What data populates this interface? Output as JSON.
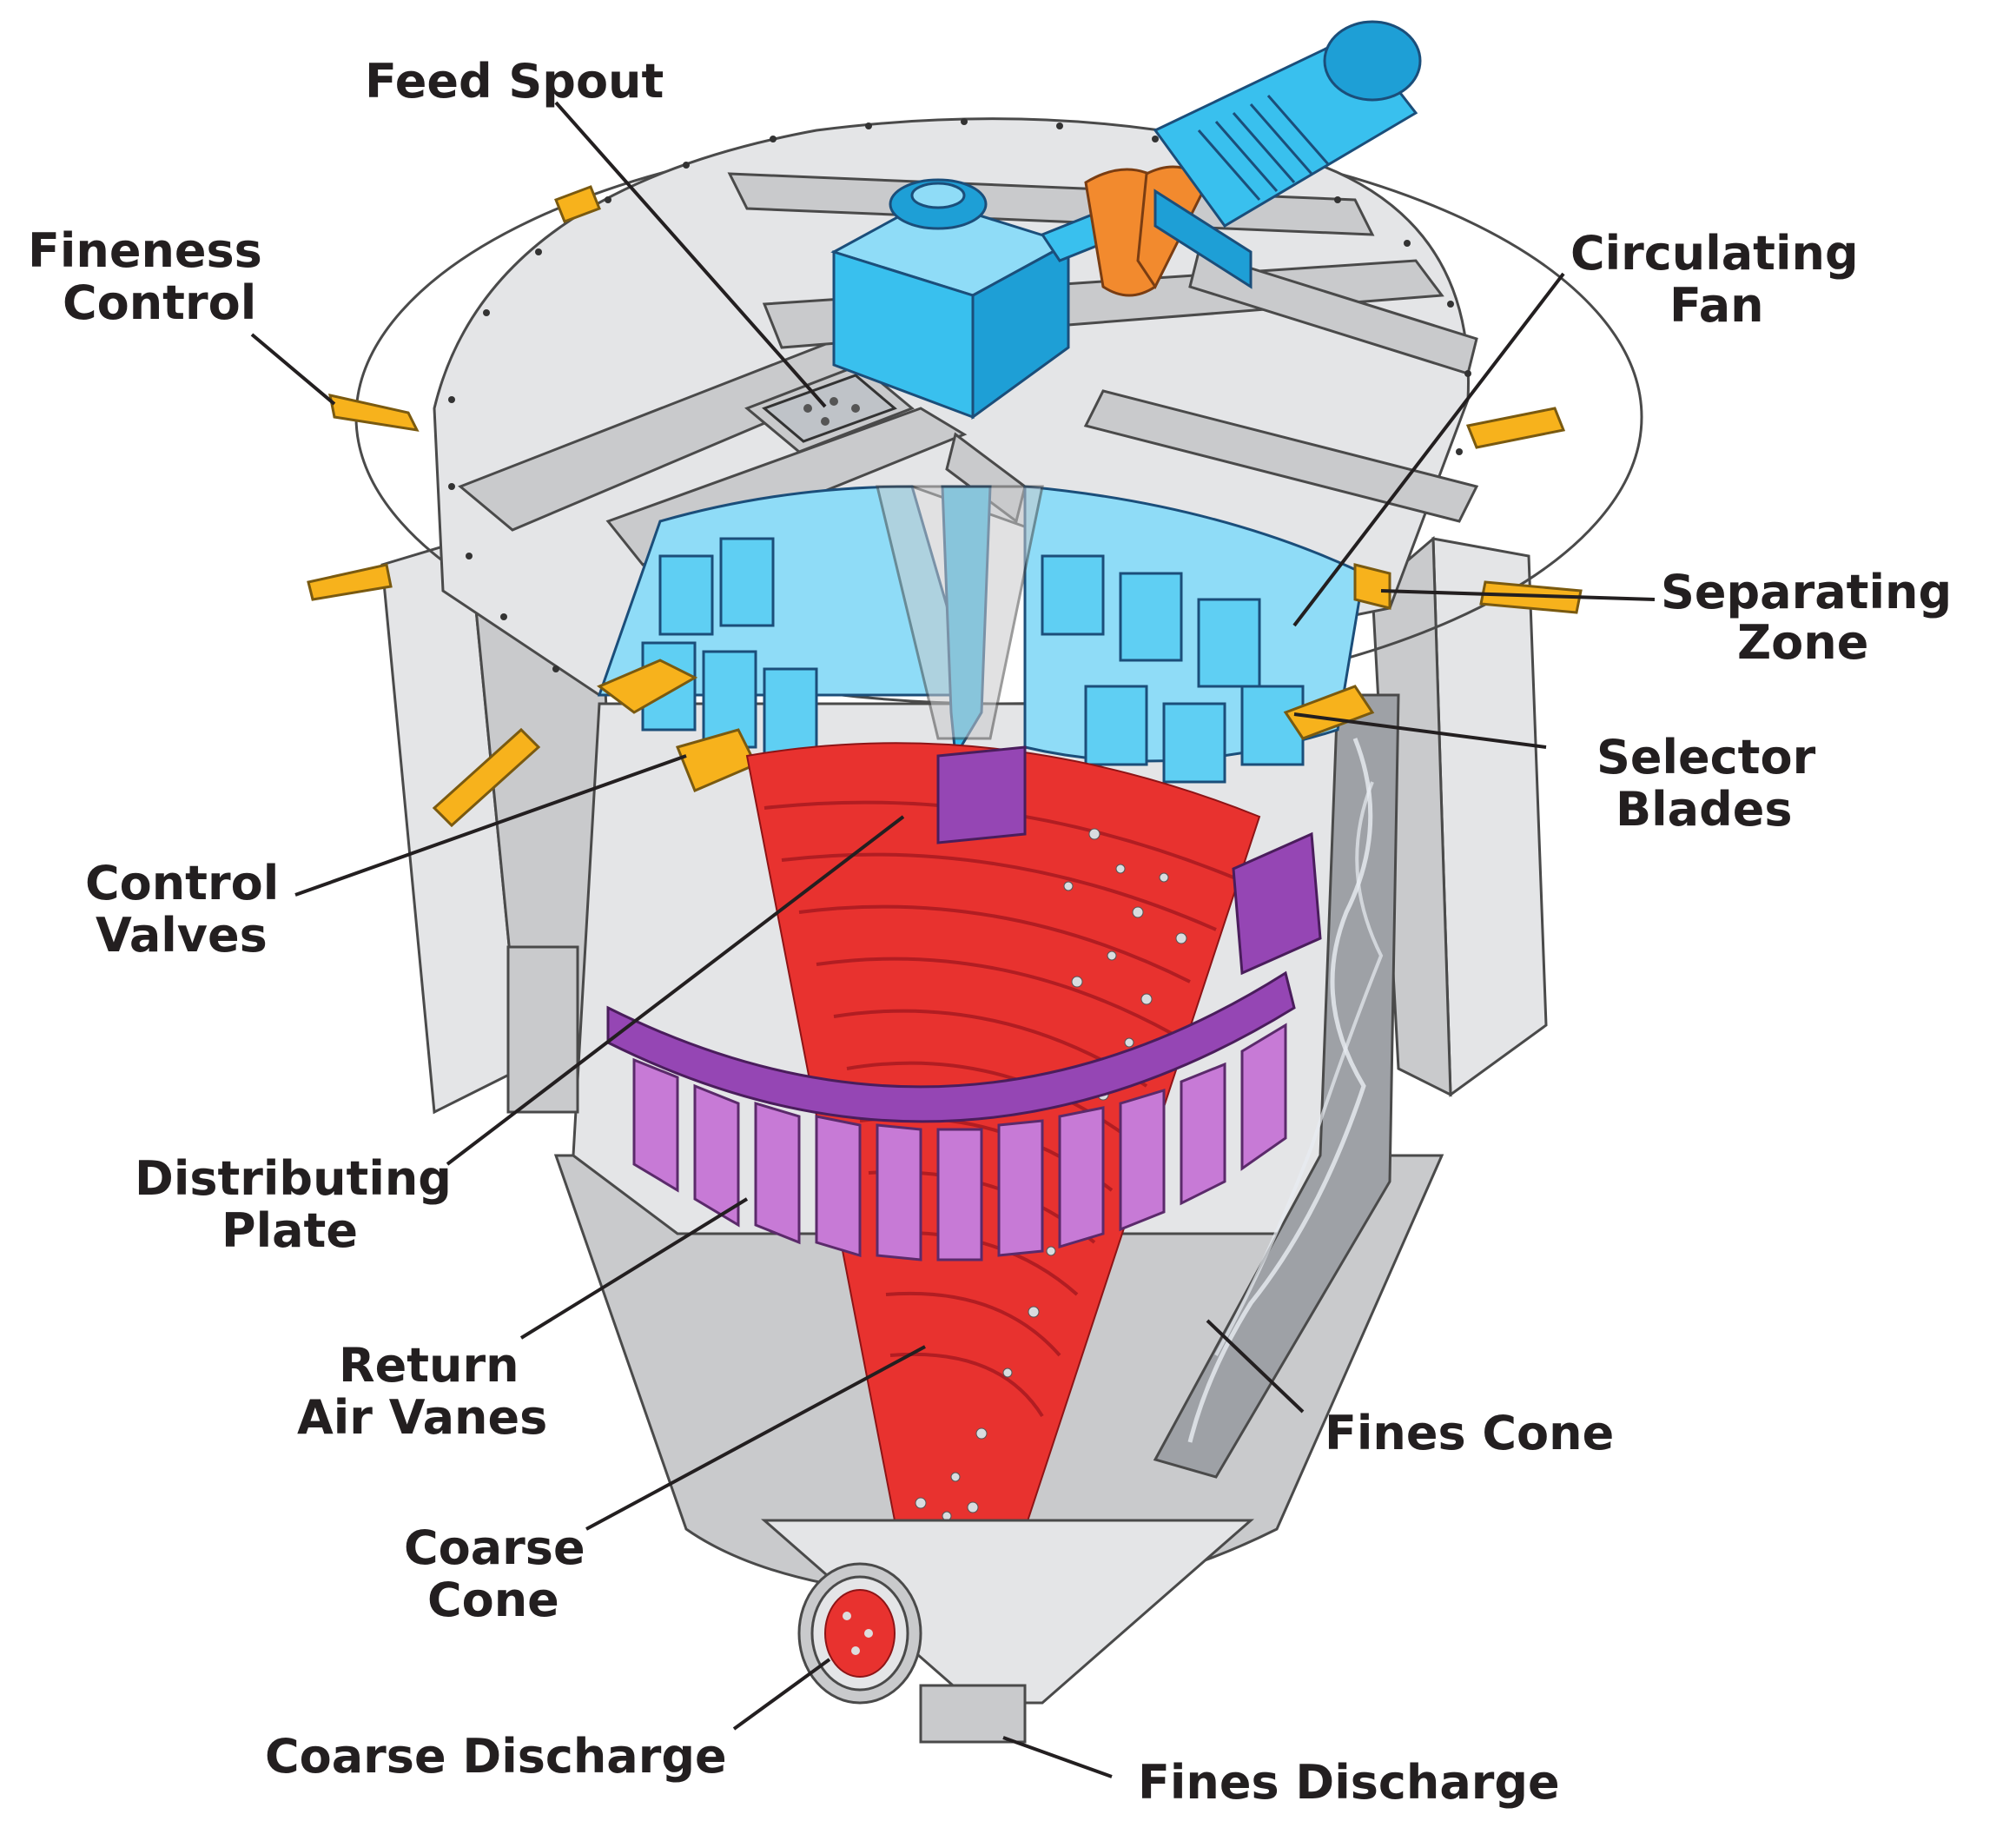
{
  "labels": {
    "feed_spout": "Feed Spout",
    "fineness_control_1": "Fineness",
    "fineness_control_2": "Control",
    "circulating_fan_1": "Circulating",
    "circulating_fan_2": "Fan",
    "separating_zone_1": "Separating",
    "separating_zone_2": "Zone",
    "selector_blades_1": "Selector",
    "selector_blades_2": "Blades",
    "control_valves_1": "Control",
    "control_valves_2": "Valves",
    "distributing_plate_1": "Distributing",
    "distributing_plate_2": "Plate",
    "return_air_vanes_1": "Return",
    "return_air_vanes_2": "Air Vanes",
    "coarse_cone_1": "Coarse",
    "coarse_cone_2": "Cone",
    "fines_cone": "Fines Cone",
    "coarse_discharge": "Coarse Discharge",
    "fines_discharge": "Fines Discharge"
  },
  "colors": {
    "housing": "#e4e5e7",
    "motor_drive": "#39c0ee",
    "coupling": "#f28a2e",
    "control_hardware": "#f7b21c",
    "coarse_cone": "#e8322f",
    "return_air_vanes": "#c77ad6",
    "label_text": "#231f20"
  }
}
